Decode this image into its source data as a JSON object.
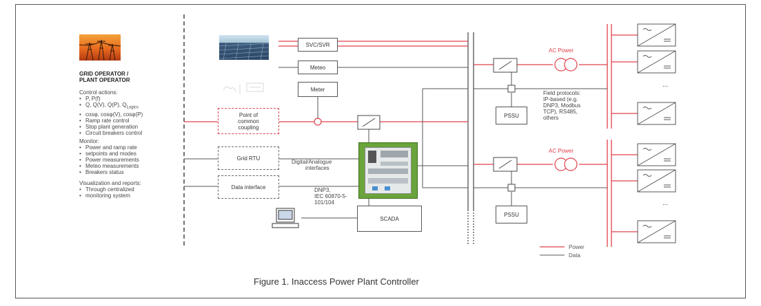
{
  "left_panel": {
    "title_line1": "GRID OPERATOR /",
    "title_line2": "PLANT OPERATOR",
    "control_heading": "Control actions:",
    "control_items": [
      "P, P(f)",
      "Q, Q(V), Q(P), Q",
      "cosφ, cosφ(V), cosφ(P)",
      "Ramp rate control",
      "Stop plant generation",
      "Circuit breakers control"
    ],
    "control_subscript": "Logics",
    "monitor_heading": "Monitor:",
    "monitor_items": [
      "Power and ramp rate",
      "setpoints and modes",
      "Power measurements",
      "Meteo measurements",
      "Breakers status"
    ],
    "viz_heading": "Visualization and reports:",
    "viz_items": [
      "Through centralized",
      "monitoring system"
    ]
  },
  "boxes": {
    "svc": "SVC/SVR",
    "meteo": "Meteo",
    "meter": "Meter",
    "pcc_line1": "Point of",
    "pcc_line2": "common",
    "pcc_line3": "coupling",
    "grid_rtu": "Grid RTU",
    "data_interface": "Data interface",
    "scada": "SCADA",
    "pssu_top": "PSSU",
    "pssu_bottom": "PSSU"
  },
  "labels": {
    "digital_line1": "Digital/Analogue",
    "digital_line2": "interfaces",
    "dnp_line1": "DNP3,",
    "dnp_line2": "IEC 60870-5-",
    "dnp_line3": "101/104",
    "ac_power_top": "AC Power",
    "ac_power_bottom": "AC Power",
    "field_line1": "Field protocols:",
    "field_line2": "IP-based (e.g.",
    "field_line3": "DNP3, Modbus",
    "field_line4": "TCP), RS485,",
    "field_line5": "others",
    "ellipsis_top": "...",
    "ellipsis_bottom": "..."
  },
  "legend": {
    "power": "Power",
    "data": "Data"
  },
  "caption": "Figure 1. Inaccess Power Plant Controller",
  "colors": {
    "power": "#e0404a",
    "data": "#555555",
    "controller_green": "#6aa43a"
  },
  "icons": [
    "transmission-towers-photo",
    "solar-panels-photo",
    "weather-sketch-image",
    "computer-icon",
    "inverter-icon",
    "transformer-icon",
    "switch-icon"
  ]
}
